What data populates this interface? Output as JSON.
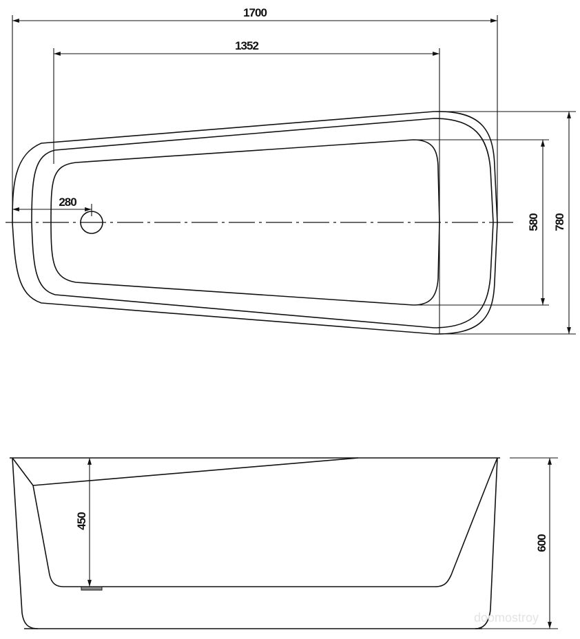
{
  "title": "Bathtub technical drawing",
  "top_view": {
    "dimensions": {
      "overall_length": "1700",
      "inner_length": "1352",
      "drain_offset": "280",
      "inner_width": "580",
      "overall_width": "780"
    }
  },
  "side_view": {
    "dimensions": {
      "inner_depth": "450",
      "overall_height": "600"
    }
  },
  "watermark": "doomostroy"
}
